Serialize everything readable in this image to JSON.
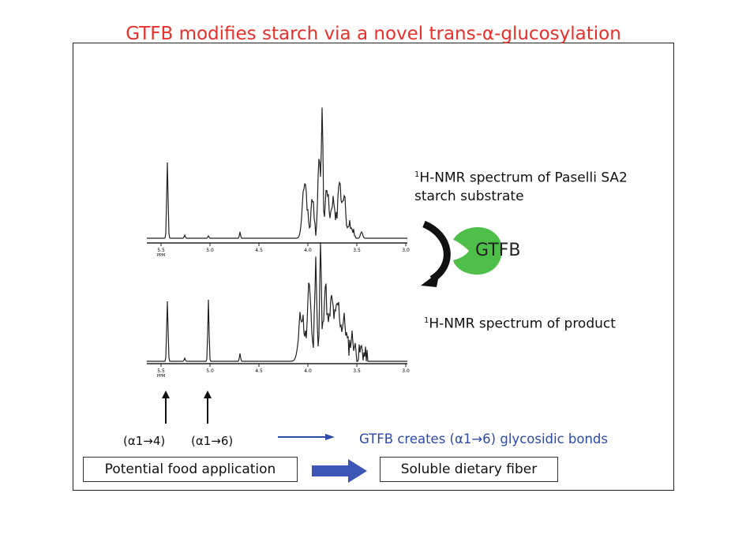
{
  "title": "GTFB modifies starch via a novel trans-α-glucosylation",
  "spectrum_top": {
    "label_sup": "1",
    "label_line1": "H-NMR spectrum of Paselli SA2",
    "label_line2": "starch substrate",
    "tick_labels": [
      "5.5",
      "5.0",
      "4.5",
      "4.0",
      "3.5",
      "3.0"
    ],
    "axis_unit": "PPM"
  },
  "spectrum_bottom": {
    "label_sup": "1",
    "label_line1": "H-NMR spectrum of product",
    "tick_labels": [
      "5.5",
      "5.0",
      "4.5",
      "4.0",
      "3.5",
      "3.0"
    ],
    "axis_unit": "PPM"
  },
  "enzyme": {
    "name": "GTFB",
    "color": "#4ec04a",
    "arrow_color": "#111111"
  },
  "bonds": {
    "alpha14": "(α1→4)",
    "alpha16": "(α1→6)"
  },
  "result_text": "GTFB creates (α1→6) glycosidic bonds",
  "boxes": {
    "left": "Potential food application",
    "right": "Soluble dietary fiber"
  },
  "colors": {
    "title": "#e8302a",
    "accent_blue": "#2d4aa8",
    "block_arrow": "#3d56b5"
  }
}
